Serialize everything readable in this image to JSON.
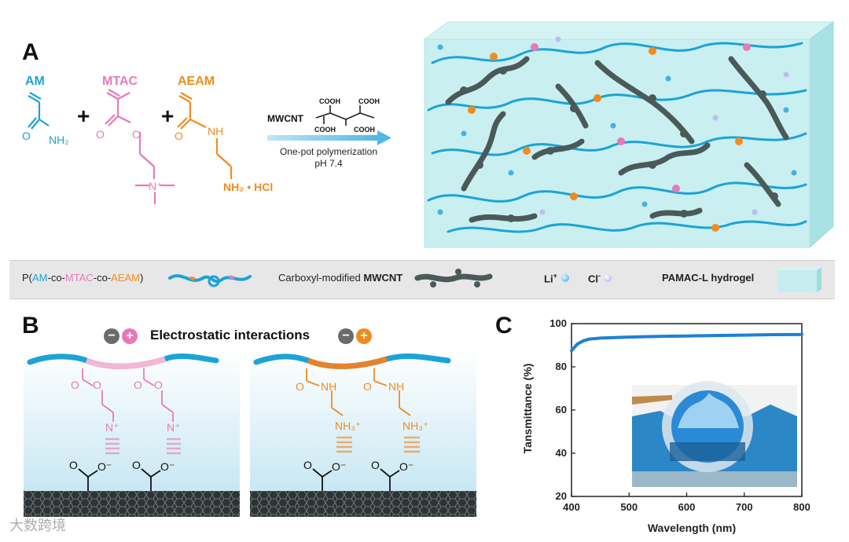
{
  "panel_a": {
    "letter": "A",
    "monomers": [
      {
        "name": "AM",
        "color": "#1ca3d6",
        "group_text": "O",
        "group_text2": "NH₂"
      },
      {
        "name": "MTAC",
        "color": "#e879b8",
        "group_text": "O",
        "group_text2": "O",
        "group_text3": "N⁺"
      },
      {
        "name": "AEAM",
        "color": "#f08c1e",
        "group_text": "O",
        "group_text2": "NH",
        "group_text3": "NH₂ • HCl"
      }
    ],
    "plus_sign": "+",
    "cnt_label": "MWCNT",
    "cooh_labels": [
      "COOH",
      "COOH",
      "COOH",
      "COOH"
    ],
    "reaction_line1": "One-pot polymerization",
    "reaction_line2": "pH 7.4"
  },
  "legend": {
    "polymer_prefix": "P(",
    "polymer_am": "AM",
    "polymer_co1": "-co-",
    "polymer_mtac": "MTAC",
    "polymer_co2": "-co-",
    "polymer_aeam": "AEAM",
    "polymer_suffix": ")",
    "cnt_prefix": "Carboxyl-modified ",
    "cnt_bold": "MWCNT",
    "li": "Li",
    "li_sup": "+",
    "cl": "Cl",
    "cl_sup": "-",
    "hydrogel": "PAMAC-L hydrogel"
  },
  "panel_b": {
    "letter": "B",
    "title": "Electrostatic interactions",
    "left_labels": {
      "o": "O",
      "nplus": "N⁺",
      "ominus": "O⁻"
    },
    "right_labels": {
      "o": "O",
      "nh": "NH",
      "nh3": "NH₃⁺",
      "ominus": "O⁻"
    }
  },
  "panel_c": {
    "letter": "C",
    "chart_data": {
      "type": "line",
      "xlabel": "Wavelength (nm)",
      "ylabel": "Tansmittance (%)",
      "xlim": [
        400,
        800
      ],
      "ylim": [
        20,
        100
      ],
      "xticks": [
        400,
        500,
        600,
        700,
        800
      ],
      "yticks": [
        20,
        40,
        60,
        80,
        100
      ],
      "series": [
        {
          "color": "#1f7fd6",
          "x": [
            400,
            405,
            410,
            420,
            430,
            450,
            500,
            550,
            600,
            650,
            700,
            750,
            800
          ],
          "y": [
            87.5,
            89.0,
            90.5,
            92.0,
            92.8,
            93.3,
            93.8,
            94.1,
            94.3,
            94.5,
            94.7,
            94.9,
            95.0
          ]
        }
      ]
    }
  },
  "watermark": "大数跨境",
  "colors": {
    "am": "#1ca3d6",
    "mtac": "#e879b8",
    "aeam": "#f08c1e",
    "cnt": "#4a5a58",
    "gel": "#c6eef0"
  }
}
